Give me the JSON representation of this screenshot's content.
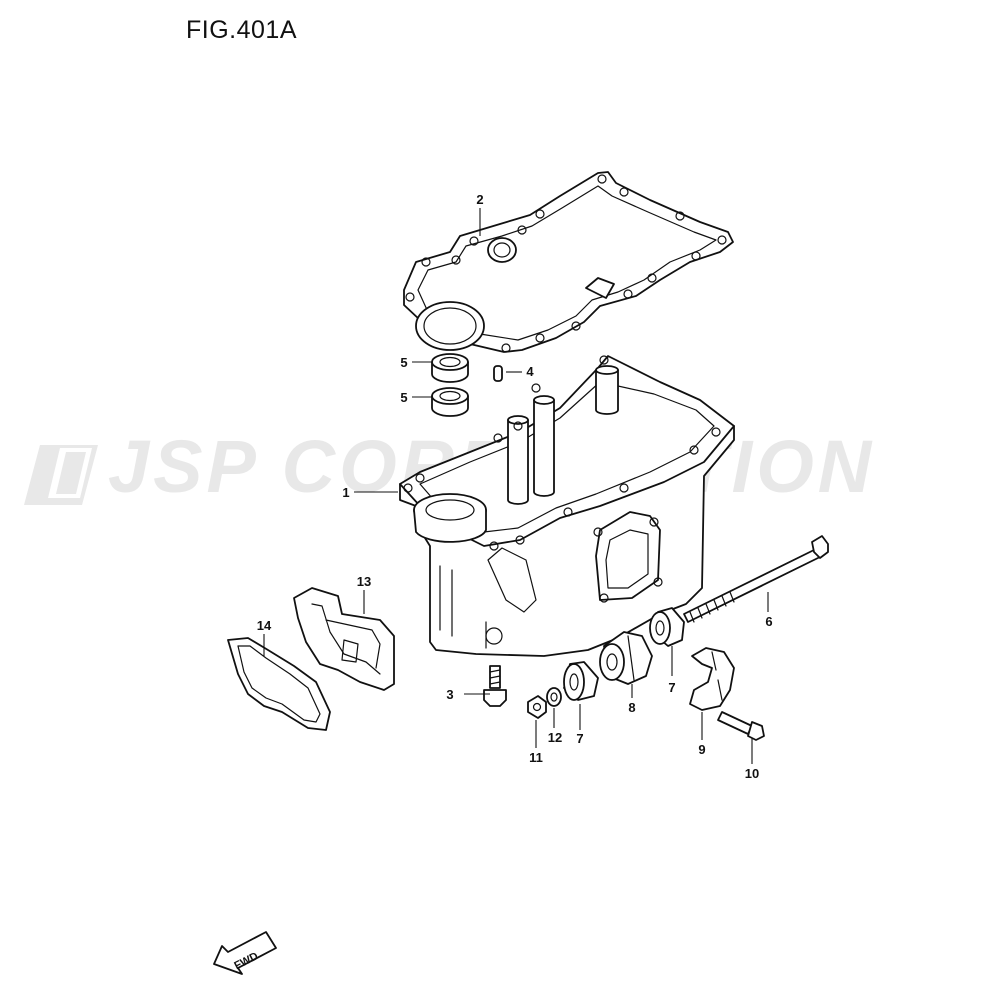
{
  "figure": {
    "title": "FIG.401A"
  },
  "watermark": {
    "text": "JSP CORPORATION"
  },
  "fwd_marker": {
    "text": "FWD"
  },
  "callouts": [
    {
      "label": "1"
    },
    {
      "label": "2"
    },
    {
      "label": "3"
    },
    {
      "label": "4"
    },
    {
      "label": "5"
    },
    {
      "label": "5"
    },
    {
      "label": "6"
    },
    {
      "label": "7"
    },
    {
      "label": "7"
    },
    {
      "label": "8"
    },
    {
      "label": "9"
    },
    {
      "label": "10"
    },
    {
      "label": "11"
    },
    {
      "label": "12"
    },
    {
      "label": "13"
    },
    {
      "label": "14"
    }
  ],
  "colors": {
    "line": "#111111",
    "watermark": "#e8e8e8",
    "background": "#ffffff"
  }
}
